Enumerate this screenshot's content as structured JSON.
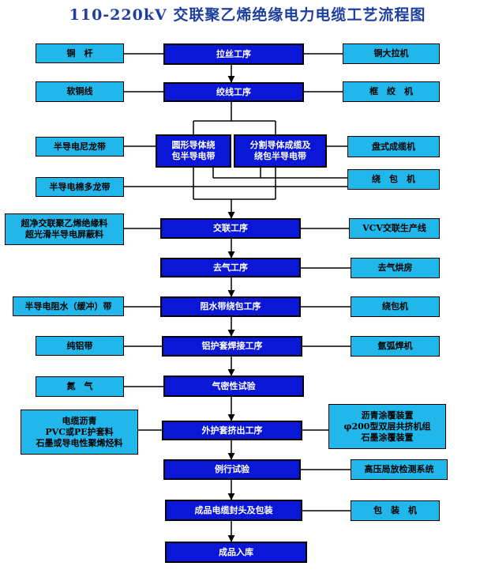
{
  "title": "110-220kV 交联聚乙烯绝缘电力电缆工艺流程图",
  "colors": {
    "process": "#0a17d6",
    "side": "#22b7eb",
    "title": "#1f3f9f",
    "line": "#000000"
  },
  "process_steps": [
    {
      "id": "p1",
      "label": "拉丝工序"
    },
    {
      "id": "p2",
      "label": "绞线工序"
    },
    {
      "id": "p3a",
      "label": "圆形导体绕\n包半导电带"
    },
    {
      "id": "p3b",
      "label": "分割导体成缆及\n绕包半导电带"
    },
    {
      "id": "p4",
      "label": "交联工序"
    },
    {
      "id": "p5",
      "label": "去气工序"
    },
    {
      "id": "p6",
      "label": "阻水带绕包工序"
    },
    {
      "id": "p7",
      "label": "铝护套焊接工序"
    },
    {
      "id": "p8",
      "label": "气密性试验"
    },
    {
      "id": "p9",
      "label": "外护套挤出工序"
    },
    {
      "id": "p10",
      "label": "例行试验"
    },
    {
      "id": "p11",
      "label": "成品电缆封头及包装"
    },
    {
      "id": "p12",
      "label": "成品入库"
    }
  ],
  "materials": [
    {
      "id": "m1",
      "label": "铜　杆"
    },
    {
      "id": "m2",
      "label": "软铜线"
    },
    {
      "id": "m3",
      "label": "半导电尼龙带"
    },
    {
      "id": "m4",
      "label": "半导电棉多龙带"
    },
    {
      "id": "m5",
      "label": "超净交联聚乙烯绝缘料\n超光滑半导电屏蔽料"
    },
    {
      "id": "m6",
      "label": "半导电阻水（缓冲）带"
    },
    {
      "id": "m7",
      "label": "纯铝带"
    },
    {
      "id": "m8",
      "label": "氮　气"
    },
    {
      "id": "m9",
      "label": "电缆沥青\nPVC或PE护套料\n石墨或导电性聚烯烃料"
    }
  ],
  "equipment": [
    {
      "id": "e1",
      "label": "铜大拉机"
    },
    {
      "id": "e2",
      "label": "框　绞　机"
    },
    {
      "id": "e3",
      "label": "盘式成缆机"
    },
    {
      "id": "e4",
      "label": "绕　包　机"
    },
    {
      "id": "e5",
      "label": "VCV交联生产线"
    },
    {
      "id": "e6",
      "label": "去气烘房"
    },
    {
      "id": "e7",
      "label": "绕包机"
    },
    {
      "id": "e8",
      "label": "氩弧焊机"
    },
    {
      "id": "e9",
      "label": "沥青涂覆装置\nφ200型双层共挤机组\n石墨涂覆装置"
    },
    {
      "id": "e10",
      "label": "高压局放检测系统"
    },
    {
      "id": "e11",
      "label": "包　装　机"
    }
  ]
}
